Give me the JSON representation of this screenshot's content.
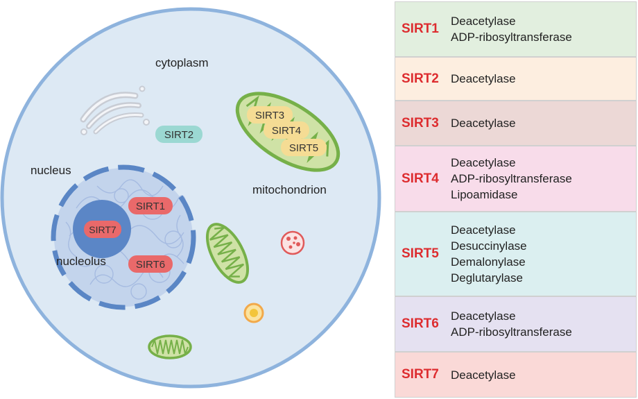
{
  "cell": {
    "labels": {
      "cytoplasm": "cytoplasm",
      "nucleus": "nucleus",
      "nucleolus": "nucleolus",
      "mitochondrion": "mitochondrion"
    },
    "badges": {
      "sirt1": "SIRT1",
      "sirt2": "SIRT2",
      "sirt3": "SIRT3",
      "sirt4": "SIRT4",
      "sirt5": "SIRT5",
      "sirt6": "SIRT6",
      "sirt7": "SIRT7"
    }
  },
  "table": {
    "rows": [
      {
        "name": "SIRT1",
        "functions": [
          "Deacetylase",
          "ADP-ribosyltransferase"
        ],
        "color": "#e2efdf"
      },
      {
        "name": "SIRT2",
        "functions": [
          "Deacetylase"
        ],
        "color": "#fdeee0"
      },
      {
        "name": "SIRT3",
        "functions": [
          "Deacetylase"
        ],
        "color": "#ecd8d6"
      },
      {
        "name": "SIRT4",
        "functions": [
          "Deacetylase",
          "ADP-ribosyltransferase",
          "Lipoamidase"
        ],
        "color": "#f8dcea"
      },
      {
        "name": "SIRT5",
        "functions": [
          "Deacetylase",
          "Desuccinylase",
          "Demalonylase",
          "Deglutarylase"
        ],
        "color": "#dbeff0"
      },
      {
        "name": "SIRT6",
        "functions": [
          "Deacetylase",
          "ADP-ribosyltransferase"
        ],
        "color": "#e5e1f1"
      },
      {
        "name": "SIRT7",
        "functions": [
          "Deacetylase"
        ],
        "color": "#fad9d7"
      }
    ]
  }
}
